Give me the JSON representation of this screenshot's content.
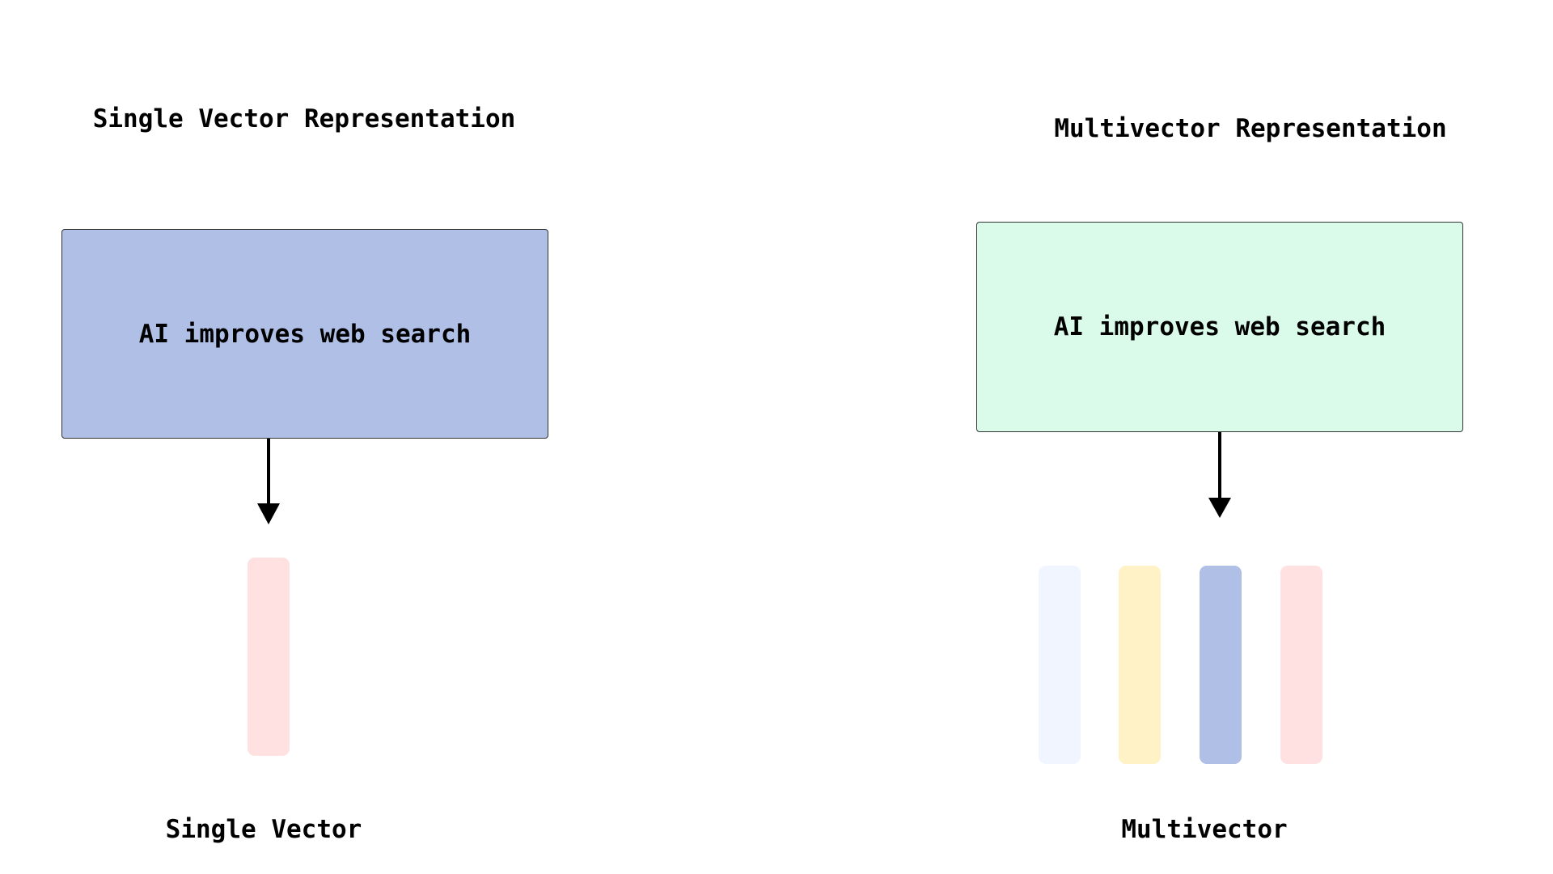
{
  "left": {
    "title": "Single Vector Representation",
    "box_text": "AI improves web search",
    "box_color": "#AFBFE6",
    "vectors": [
      {
        "color": "#FFE1E1"
      }
    ],
    "label": "Single Vector"
  },
  "right": {
    "title": "Multivector Representation",
    "box_text": "AI improves web search",
    "box_color": "#DAFBE9",
    "vectors": [
      {
        "color": "#F0F5FF"
      },
      {
        "color": "#FFF2C6"
      },
      {
        "color": "#AFBFE6"
      },
      {
        "color": "#FFE1E1"
      }
    ],
    "label": "Multivector"
  }
}
